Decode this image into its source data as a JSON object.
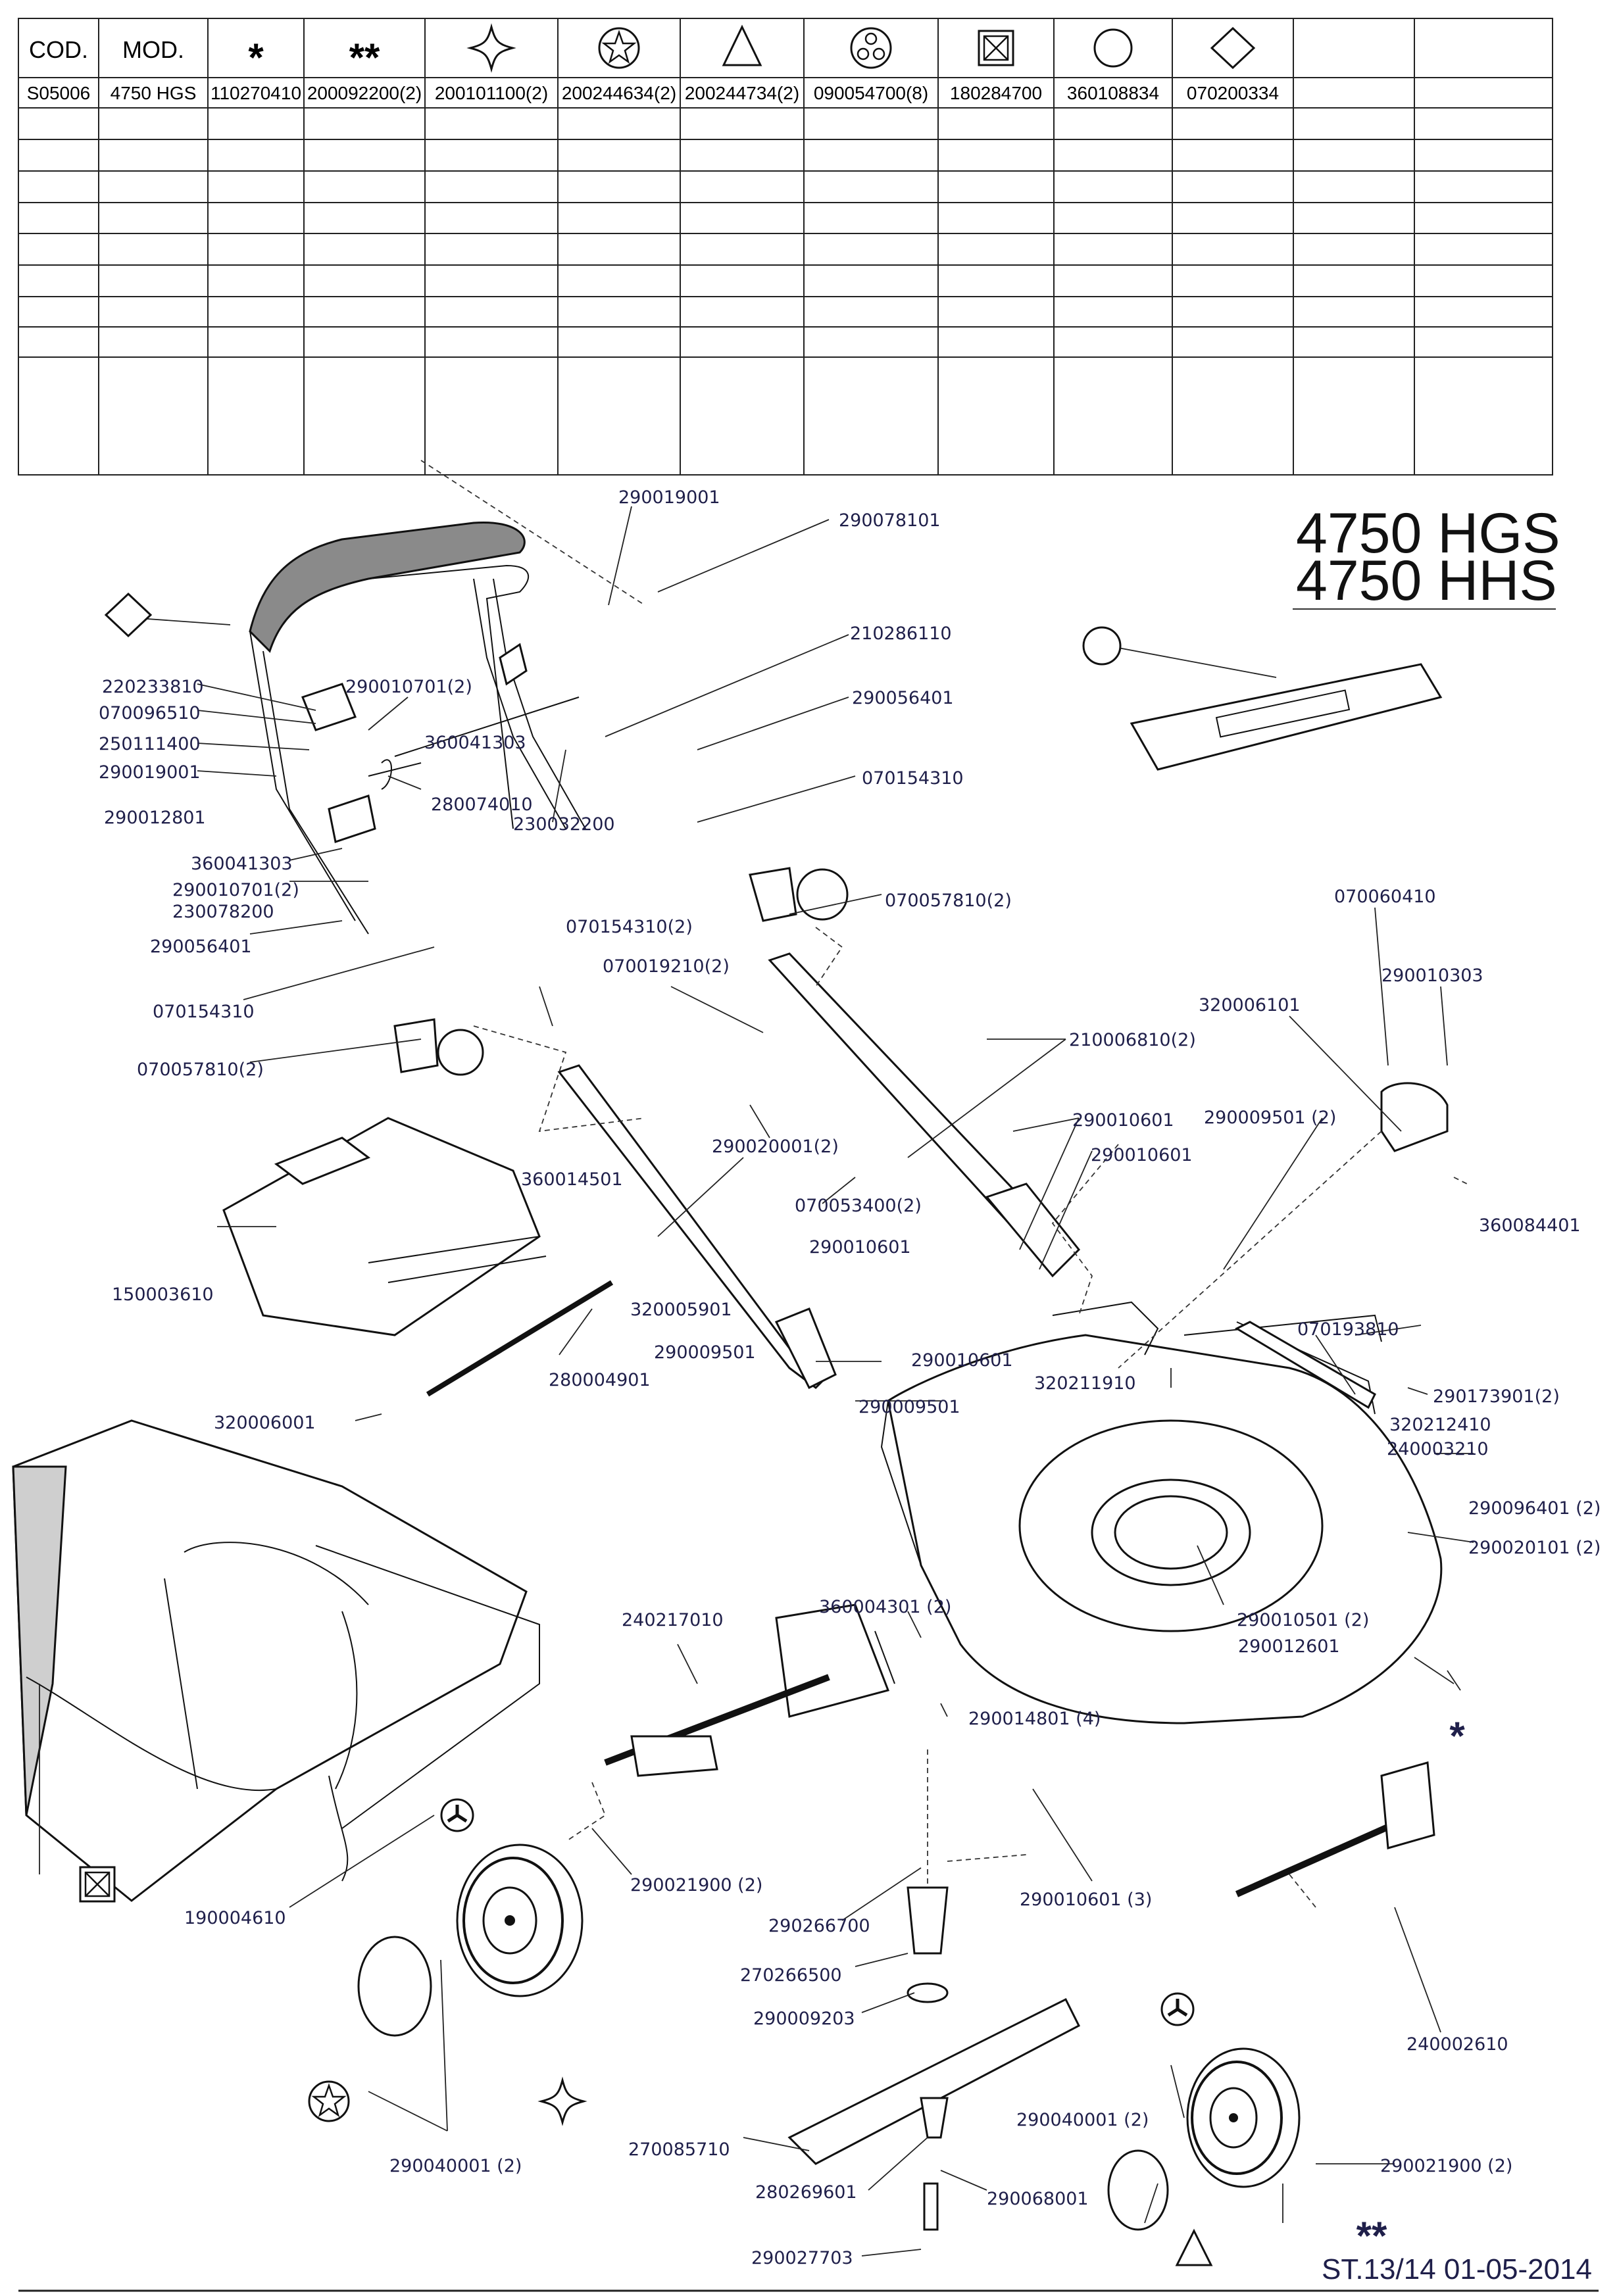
{
  "table": {
    "headers": [
      "COD.",
      "MOD.",
      "*",
      "**",
      "",
      "",
      "",
      "",
      "",
      "",
      "",
      "",
      ""
    ],
    "header_symbols": [
      "",
      "",
      "",
      "",
      "cross-diamond-icon",
      "star-circle-icon",
      "triangle-icon",
      "trefoil-circle-icon",
      "x-box-icon",
      "circle-icon",
      "diamond-icon",
      "",
      ""
    ],
    "rows": [
      [
        "S05006",
        "4750 HGS",
        "110270410",
        "200092200(2)",
        "200101100(2)",
        "200244634(2)",
        "200244734(2)",
        "090054700(8)",
        "180284700",
        "360108834",
        "070200334",
        "",
        ""
      ]
    ]
  },
  "title": {
    "line1": "4750 HGS",
    "line2": "4750 HHS"
  },
  "footer": "ST.13/14  01-05-2014",
  "labels": {
    "l_290019001_top": "290019001",
    "l_290078101": "290078101",
    "l_210286110": "210286110",
    "l_290056401_a": "290056401",
    "l_070154310_a": "070154310",
    "l_220233810": "220233810",
    "l_070096510": "070096510",
    "l_250111400": "250111400",
    "l_290019001_b": "290019001",
    "l_290012801": "290012801",
    "l_290010701_a": "290010701(2)",
    "l_360041303_a": "360041303",
    "l_280074010": "280074010",
    "l_230032200": "230032200",
    "l_360041303_b": "360041303",
    "l_290010701_b": "290010701(2)",
    "l_230078200": "230078200",
    "l_290056401_b": "290056401",
    "l_070154310_b": "070154310",
    "l_070057810_a": "070057810(2)",
    "l_070057810_b": "070057810(2)",
    "l_070154310_c": "070154310(2)",
    "l_070019210": "070019210(2)",
    "l_210006810": "210006810(2)",
    "l_290020001": "290020001(2)",
    "l_360014501": "360014501",
    "l_070053400": "070053400(2)",
    "l_150003610": "150003610",
    "l_290010601_a": "290010601",
    "l_320005901": "320005901",
    "l_290009501_a": "290009501",
    "l_290010601_b": "290010601",
    "l_280004901": "280004901",
    "l_290009501_b": "290009501",
    "l_320006001": "320006001",
    "l_070060410": "070060410",
    "l_290010303": "290010303",
    "l_320006101": "320006101",
    "l_290010601_c": "290010601",
    "l_290010601_d": "290010601",
    "l_290009501_c": "290009501 (2)",
    "l_360084401": "360084401",
    "l_070193810": "070193810",
    "l_320211910": "320211910",
    "l_290173901": "290173901(2)",
    "l_320212410": "320212410",
    "l_240003210": "240003210",
    "l_290096401": "290096401 (2)",
    "l_290020101": "290020101 (2)",
    "l_240217010": "240217010",
    "l_360004301": "360004301 (2)",
    "l_290010501": "290010501 (2)",
    "l_290012601": "290012601",
    "l_290014801": "290014801 (4)",
    "l_190004610": "190004610",
    "l_290021900_a": "290021900 (2)",
    "l_290266700": "290266700",
    "l_290010601_e": "290010601 (3)",
    "l_270266500": "270266500",
    "l_290009203": "290009203",
    "l_240002610": "240002610",
    "l_290040001_a": "290040001 (2)",
    "l_270085710": "270085710",
    "l_290040001_b": "290040001 (2)",
    "l_280269601": "280269601",
    "l_290068001": "290068001",
    "l_290021900_b": "290021900 (2)",
    "l_290027703": "290027703"
  },
  "markers": {
    "star_single": "*",
    "star_double": "**"
  }
}
